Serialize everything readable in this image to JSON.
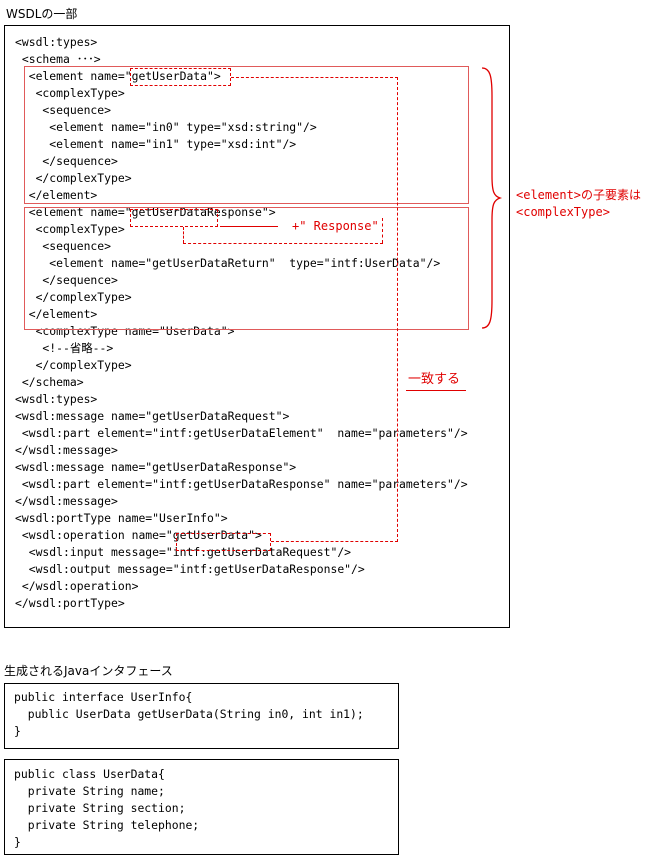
{
  "wsdl_title": "WSDLの一部",
  "wsdl_lines": [
    "<wsdl:types>",
    " <schema ･･･>",
    "  <element name=\"getUserData\">",
    "   <complexType>",
    "    <sequence>",
    "     <element name=\"in0\" type=\"xsd:string\"/>",
    "     <element name=\"in1\" type=\"xsd:int\"/>",
    "    </sequence>",
    "   </complexType>",
    "  </element>",
    "  <element name=\"getUserDataResponse\">",
    "   <complexType>",
    "    <sequence>",
    "     <element name=\"getUserDataReturn\"  type=\"intf:UserData\"/>",
    "    </sequence>",
    "   </complexType>",
    "  </element>",
    "   <complexType name=\"UserData\">",
    "    <!--省略-->",
    "   </complexType>",
    " </schema>",
    "<wsdl:types>",
    "<wsdl:message name=\"getUserDataRequest\">",
    " <wsdl:part element=\"intf:getUserDataElement\"  name=\"parameters\"/>",
    "</wsdl:message>",
    "<wsdl:message name=\"getUserDataResponse\">",
    " <wsdl:part element=\"intf:getUserDataResponse\" name=\"parameters\"/>",
    "</wsdl:message>",
    "<wsdl:portType name=\"UserInfo\">",
    " <wsdl:operation name=\"getUserData\">",
    "  <wsdl:input message=\"intf:getUserDataRequest\"/>",
    "  <wsdl:output message=\"intf:getUserDataResponse\"/>",
    " </wsdl:operation>",
    "</wsdl:portType>"
  ],
  "annotations": {
    "plus_response": "+\" Response\"",
    "brace_note_line1": "<element>の子要素は",
    "brace_note_line2": "<complexType>",
    "match_note": "一致する"
  },
  "java_title": "生成されるJavaインタフェース",
  "java_interface_lines": [
    "public interface UserInfo{",
    "  public UserData getUserData(String in0, int in1);",
    "}"
  ],
  "java_class_lines": [
    "public class UserData{",
    "  private String name;",
    "  private String section;",
    "  private String telephone;",
    "}"
  ],
  "colors": {
    "annotation": "#e00000",
    "frame": "#000000",
    "element_box": "#e05a5a"
  }
}
